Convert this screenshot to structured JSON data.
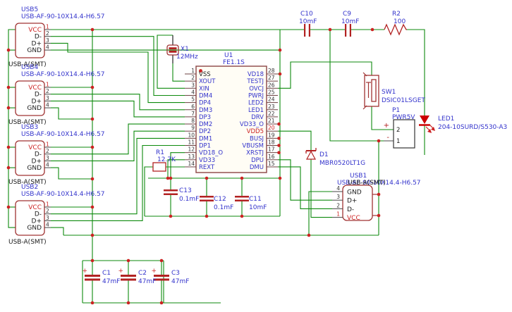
{
  "colors": {
    "wire_green": "#0d8a0d",
    "symbol_red": "#a03333",
    "accent_red": "#cc2222",
    "label_blue": "#3333cc",
    "text_black": "#1a1a1a",
    "led_red": "#cc0000"
  },
  "usb_downstream": [
    {
      "ref": "USB5",
      "part": "USB-AF-90-10X14.4-H6.57",
      "pkg": "USB-A(SMT)",
      "pins": [
        "VCC",
        "D-",
        "D+",
        "GND"
      ],
      "nums": [
        "1",
        "2",
        "3",
        "4"
      ]
    },
    {
      "ref": "USB4",
      "part": "USB-AF-90-10X14.4-H6.57",
      "pkg": "USB-A(SMT)",
      "pins": [
        "VCC",
        "D-",
        "D+",
        "GND"
      ],
      "nums": [
        "1",
        "2",
        "3",
        "4"
      ]
    },
    {
      "ref": "USB3",
      "part": "USB-AF-90-10X14.4-H6.57",
      "pkg": "USB-A(SMT)",
      "pins": [
        "VCC",
        "D-",
        "D+",
        "GND"
      ],
      "nums": [
        "1",
        "2",
        "3",
        "4"
      ]
    },
    {
      "ref": "USB2",
      "part": "USB-AF-90-10X14.4-H6.57",
      "pkg": "USB-A(SMT)",
      "pins": [
        "VCC",
        "D-",
        "D+",
        "GND"
      ],
      "nums": [
        "1",
        "2",
        "3",
        "4"
      ]
    }
  ],
  "usb1": {
    "ref": "USB1",
    "part": "USB-AF-90-10X14.4-H6.57",
    "pkg": "USB-A(SMT)",
    "pins": [
      "GND",
      "D+",
      "D-",
      "VCC"
    ],
    "nums": [
      "4",
      "3",
      "2",
      "1"
    ]
  },
  "u1": {
    "ref": "U1",
    "value": "FE1.1S",
    "left": [
      {
        "n": "1",
        "name": "VSS"
      },
      {
        "n": "2",
        "name": "XOUT"
      },
      {
        "n": "3",
        "name": "XIN"
      },
      {
        "n": "4",
        "name": "DM4"
      },
      {
        "n": "5",
        "name": "DP4"
      },
      {
        "n": "6",
        "name": "DM3"
      },
      {
        "n": "7",
        "name": "DP3"
      },
      {
        "n": "8",
        "name": "DM2"
      },
      {
        "n": "9",
        "name": "DP2"
      },
      {
        "n": "10",
        "name": "DM1"
      },
      {
        "n": "11",
        "name": "DP1"
      },
      {
        "n": "12",
        "name": "VD18_O"
      },
      {
        "n": "13",
        "name": "VD33"
      },
      {
        "n": "14",
        "name": "REXT"
      }
    ],
    "right": [
      {
        "n": "28",
        "name": "VD18"
      },
      {
        "n": "27",
        "name": "TESTJ"
      },
      {
        "n": "26",
        "name": "OVCJ"
      },
      {
        "n": "25",
        "name": "PWRJ"
      },
      {
        "n": "24",
        "name": "LED2"
      },
      {
        "n": "23",
        "name": "LED1"
      },
      {
        "n": "22",
        "name": "DRV"
      },
      {
        "n": "21",
        "name": "VD33_O"
      },
      {
        "n": "20",
        "name": "VDD5"
      },
      {
        "n": "19",
        "name": "BUSJ"
      },
      {
        "n": "18",
        "name": "VBUSM"
      },
      {
        "n": "17",
        "name": "XRSTJ"
      },
      {
        "n": "16",
        "name": "DPU"
      },
      {
        "n": "15",
        "name": "DMU"
      }
    ]
  },
  "x1": {
    "ref": "X1",
    "value": "12MHz"
  },
  "r1": {
    "ref": "R1",
    "value": "12.7K"
  },
  "r2": {
    "ref": "R2",
    "value": "100"
  },
  "c13": {
    "ref": "C13",
    "value": "0.1mF"
  },
  "c12": {
    "ref": "C12",
    "value": "0.1mF"
  },
  "c11": {
    "ref": "C11",
    "value": "10mF"
  },
  "c10": {
    "ref": "C10",
    "value": "10mF"
  },
  "c9": {
    "ref": "C9",
    "value": "10mF"
  },
  "c1": {
    "ref": "C1",
    "value": "47mF",
    "plus": "+"
  },
  "c2": {
    "ref": "C2",
    "value": "47mF",
    "plus": "+"
  },
  "c3": {
    "ref": "C3",
    "value": "47mF",
    "plus": "+"
  },
  "d1": {
    "ref": "D1",
    "value": "MBR0520LT1G"
  },
  "sw1": {
    "ref": "SW1",
    "value": "DSIC01LSGET"
  },
  "p1": {
    "ref": "P1",
    "value": "PWR5V",
    "pin_top": "2",
    "pin_bottom": "1",
    "plus": "+",
    "minus": "-"
  },
  "led1": {
    "ref": "LED1",
    "value": "204-10SURD/S530-A3"
  }
}
